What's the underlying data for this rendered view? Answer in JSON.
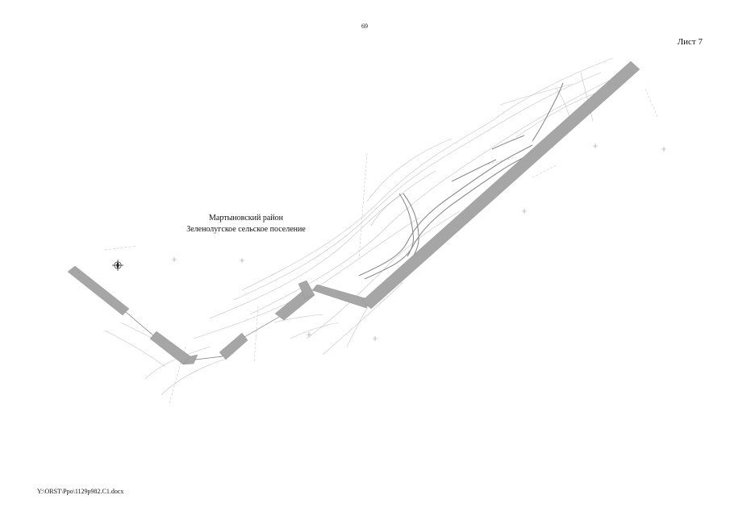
{
  "header": {
    "page_number": "69",
    "sheet_label": "Лист 7"
  },
  "map": {
    "district": "Мартыновский район",
    "settlement": "Зеленолугское сельское поселение",
    "colors": {
      "corridor": "#a6a6a6",
      "contour": "#bdbdbd",
      "ravine": "#8c8c8c"
    }
  },
  "footer": {
    "file_path": "Y:\\ORST\\Ppo\\1129p982.C1.docx"
  }
}
